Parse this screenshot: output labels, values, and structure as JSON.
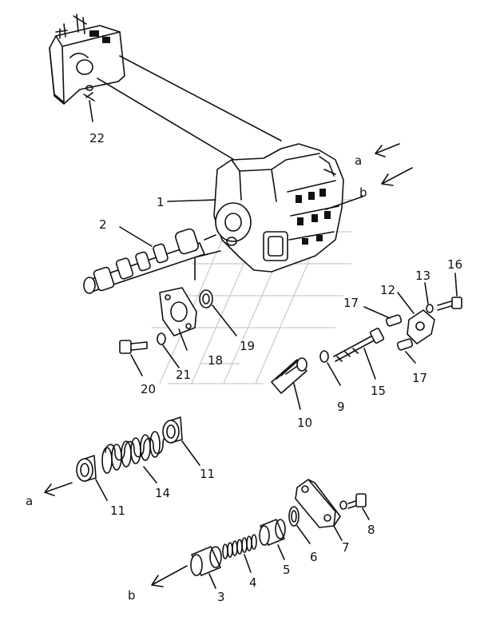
{
  "labels": {
    "p1": "1",
    "p2": "2",
    "p3": "3",
    "p4": "4",
    "p5": "5",
    "p6": "6",
    "p7": "7",
    "p8": "8",
    "p9": "9",
    "p10": "10",
    "p11a": "11",
    "p11b": "11",
    "p12": "12",
    "p13": "13",
    "p14": "14",
    "p15": "15",
    "p16": "16",
    "p17a": "17",
    "p17b": "17",
    "p18": "18",
    "p19": "19",
    "p20": "20",
    "p21": "21",
    "p22": "22"
  },
  "direction_labels": {
    "a_top": "a",
    "b_top": "b",
    "a_bottom": "a",
    "b_bottom": "b"
  },
  "colors": {
    "ink": "#111111",
    "watermark": "#c9c9c9",
    "background": "#ffffff"
  }
}
